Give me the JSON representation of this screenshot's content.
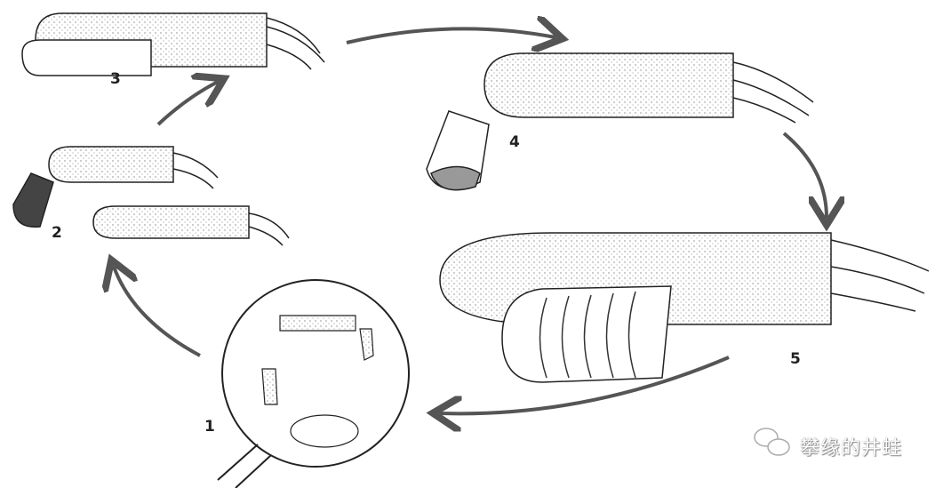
{
  "stages": [
    {
      "label": "1"
    },
    {
      "label": "2"
    },
    {
      "label": "3"
    },
    {
      "label": "4"
    },
    {
      "label": "5"
    }
  ],
  "watermark": {
    "text": "攀缘的井蛙",
    "icon": "wechat-icon"
  }
}
